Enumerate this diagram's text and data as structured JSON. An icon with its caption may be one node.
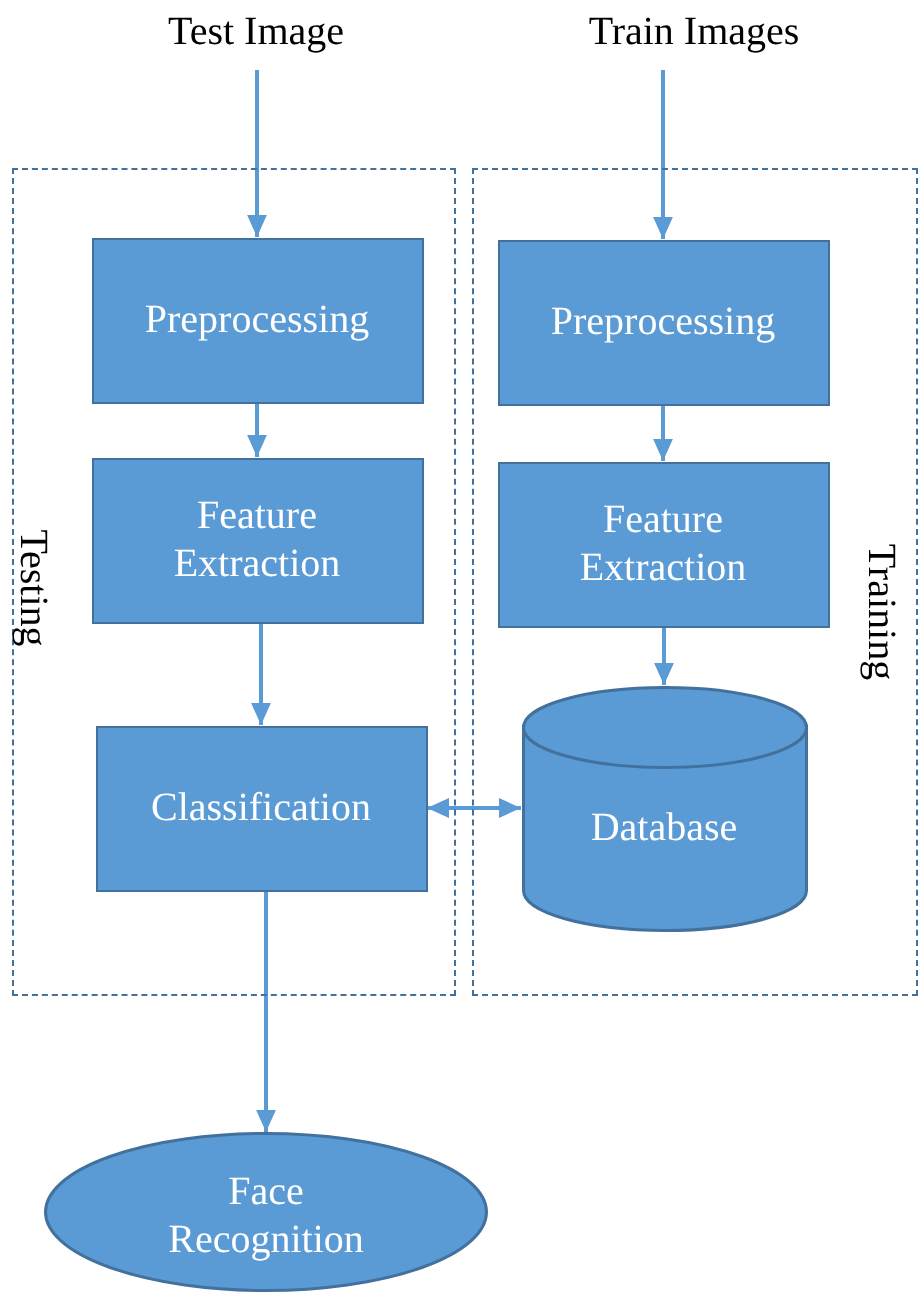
{
  "diagram": {
    "nodes": [
      {
        "text": [
          "Test Image"
        ]
      },
      {
        "text": [
          "Train Images"
        ]
      },
      {
        "text": [
          "Testing"
        ]
      },
      {
        "text": [
          "Preprocessing"
        ],
        "in": 2
      },
      {
        "text": [
          "Feature Extraction"
        ],
        "in": 2
      },
      {
        "text": [
          "Classification"
        ],
        "in": 2
      },
      {
        "text": [
          "Training"
        ]
      },
      {
        "text": [
          "Preprocessing"
        ],
        "in": 6
      },
      {
        "text": [
          "Feature Extraction"
        ],
        "in": 6
      },
      {
        "text": [
          "Database"
        ],
        "in": 6
      },
      {
        "text": [
          "Face Recognition"
        ]
      }
    ],
    "edges": [
      {
        "from": 0,
        "to": 3,
        "arrow": "to"
      },
      {
        "from": 3,
        "to": 4,
        "arrow": "to"
      },
      {
        "from": 4,
        "to": 5,
        "arrow": "to"
      },
      {
        "from": 1,
        "to": 7,
        "arrow": "to"
      },
      {
        "from": 7,
        "to": 8,
        "arrow": "to"
      },
      {
        "from": 8,
        "to": 9,
        "arrow": "to"
      },
      {
        "from": 5,
        "to": 9,
        "arrow": "both"
      },
      {
        "from": 5,
        "to": 10,
        "arrow": "to"
      }
    ]
  }
}
